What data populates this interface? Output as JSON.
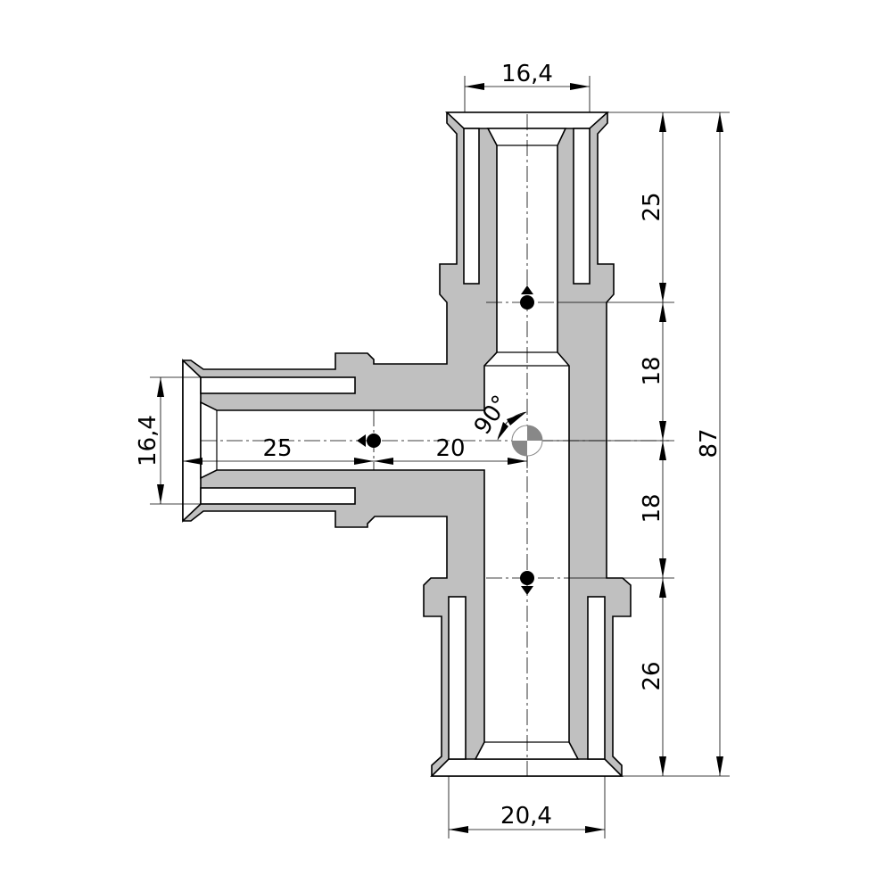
{
  "drawing": {
    "title": "Tee fitting dimensional drawing",
    "dimensions": {
      "top_width": "16,4",
      "bottom_width": "20,4",
      "left_height": "16,4",
      "top_socket": "25",
      "upper_center": "18",
      "lower_center": "18",
      "bottom_socket": "26",
      "overall": "87",
      "branch_socket": "25",
      "branch_center": "20",
      "angle": "90°"
    },
    "colors": {
      "body": "#c0c0c0",
      "line": "#000000"
    }
  }
}
